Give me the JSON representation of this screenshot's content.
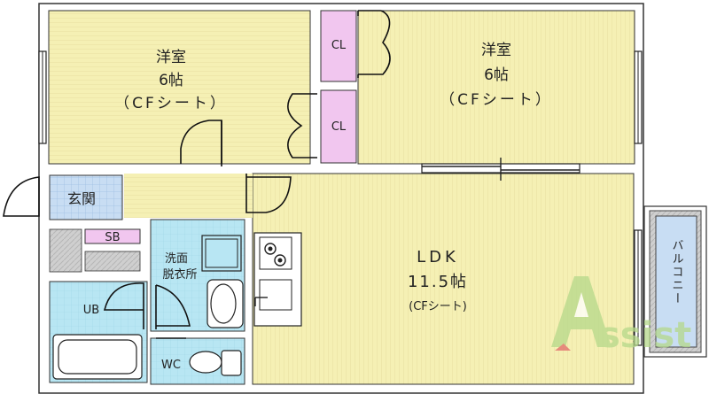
{
  "rooms": {
    "western_left": {
      "line1": "洋室",
      "line2": "6帖",
      "line3": "（CFシート）"
    },
    "western_right": {
      "line1": "洋室",
      "line2": "6帖",
      "line3": "（CFシート）"
    },
    "closet_top": "CL",
    "closet_mid": "CL",
    "entrance": "玄関",
    "shoe_box": "SB",
    "washroom": {
      "line1": "洗面",
      "line2": "脱衣所"
    },
    "bath": "UB",
    "toilet": "WC",
    "ldk": {
      "line1": "LDK",
      "line2": "11.5帖",
      "line3": "(CFシート)"
    },
    "balcony": "バルコニー"
  },
  "logo": {
    "text": "Assist"
  },
  "colors": {
    "floor_yellow": "#f5f0b4",
    "floor_line": "#e4dc8e",
    "closet_pink": "#f1c6ef",
    "wet_blue": "#b8e6f3",
    "entrance_blue": "#c8ddf3",
    "gray_floor": "#c9c9c9",
    "wall": "#ffffff",
    "logo_green": "#b5d88a"
  }
}
